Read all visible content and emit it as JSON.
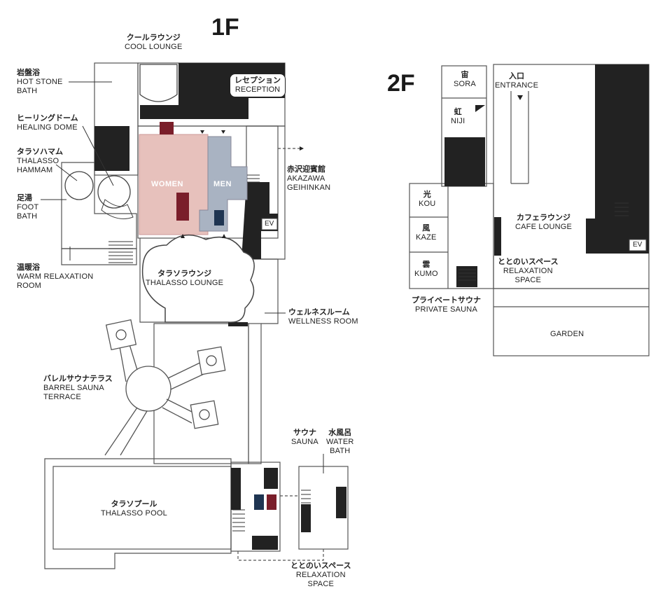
{
  "floor_1": {
    "title": "1F",
    "rooms": {
      "cool_lounge": {
        "jp": "クールラウンジ",
        "en": "COOL LOUNGE"
      },
      "reception": {
        "jp": "レセプション",
        "en": "RECEPTION"
      },
      "hot_stone_bath": {
        "jp": "岩盤浴",
        "en1": "HOT STONE",
        "en2": "BATH"
      },
      "healing_dome": {
        "jp": "ヒーリングドーム",
        "en": "HEALING DOME"
      },
      "thalasso_hammam": {
        "jp": "タラソハマム",
        "en1": "THALASSO",
        "en2": "HAMMAM"
      },
      "foot_bath": {
        "jp": "足湯",
        "en1": "FOOT",
        "en2": "BATH"
      },
      "warm_relaxation_room": {
        "jp": "温暖浴",
        "en1": "WARM RELAXATION",
        "en2": "ROOM"
      },
      "akazawa_geihinkan": {
        "jp": "赤沢迎賓館",
        "en1": "AKAZAWA",
        "en2": "GEIHINKAN"
      },
      "thalasso_lounge": {
        "jp": "タラソラウンジ",
        "en": "THALASSO LOUNGE"
      },
      "wellness_room": {
        "jp": "ウェルネスルーム",
        "en": "WELLNESS ROOM"
      },
      "barrel_sauna_terrace": {
        "jp": "バレルサウナテラス",
        "en1": "BARREL SAUNA",
        "en2": "TERRACE"
      },
      "thalasso_pool": {
        "jp": "タラソプール",
        "en": "THALASSO POOL"
      },
      "sauna": {
        "jp": "サウナ",
        "en": "SAUNA"
      },
      "water_bath": {
        "jp": "水風呂",
        "en1": "WATER",
        "en2": "BATH"
      },
      "relaxation_space": {
        "jp": "ととのいスペース",
        "en1": "RELAXATION",
        "en2": "SPACE"
      }
    },
    "women": "WOMEN",
    "men": "MEN",
    "ev": "EV"
  },
  "floor_2": {
    "title": "2F",
    "rooms": {
      "sora": {
        "jp": "宙",
        "en": "SORA"
      },
      "niji": {
        "jp": "虹",
        "en": "NIJI"
      },
      "entrance": {
        "jp": "入口",
        "en": "ENTRANCE"
      },
      "kou": {
        "jp": "光",
        "en": "KOU"
      },
      "kaze": {
        "jp": "風",
        "en": "KAZE"
      },
      "kumo": {
        "jp": "雲",
        "en": "KUMO"
      },
      "cafe_lounge": {
        "jp": "カフェラウンジ",
        "en": "CAFE LOUNGE"
      },
      "relaxation_space": {
        "jp": "ととのいスペース",
        "en1": "RELAXATION",
        "en2": "SPACE"
      },
      "private_sauna": {
        "jp": "プライベートサウナ",
        "en": "PRIVATE SAUNA"
      },
      "garden": {
        "en": "GARDEN"
      }
    },
    "ev": "EV"
  },
  "colors": {
    "women": "#e7c1bc",
    "men": "#a9b3c2",
    "wall": "#222222",
    "restroom_red": "#7a1e2a",
    "restroom_blue": "#1f3552"
  }
}
